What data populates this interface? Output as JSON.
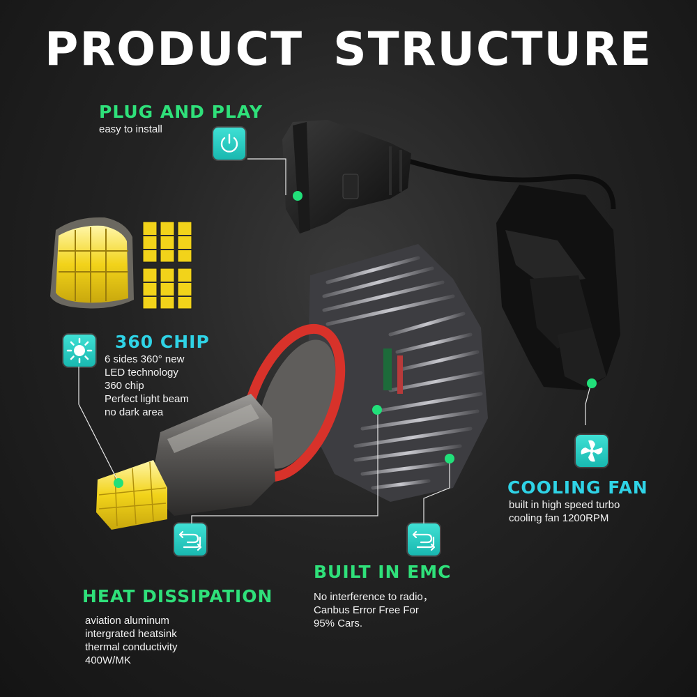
{
  "title": "PRODUCT STRUCTURE",
  "colors": {
    "green": "#2fe07a",
    "cyan": "#2fd3e6",
    "badge": "#24c7bf",
    "chip_yellow": "#f2d31a",
    "ring_red": "#d8322a"
  },
  "features": {
    "plug_and_play": {
      "title": "PLUG AND PLAY",
      "lines": [
        "easy to install"
      ],
      "icon": "power-icon"
    },
    "chip_360": {
      "title": "360 CHIP",
      "lines": [
        "6 sides  360° new",
        "LED technology",
        "360  chip",
        "Perfect light beam",
        "no dark area"
      ],
      "icon": "sun-icon"
    },
    "cooling_fan": {
      "title": "COOLING FAN",
      "lines": [
        "built in high speed turbo",
        "cooling fan 1200RPM"
      ],
      "icon": "fan-icon"
    },
    "built_in_emc": {
      "title": "BUILT IN EMC",
      "lines": [
        "No interference to radio，",
        "Canbus Error Free For",
        "95% Cars."
      ],
      "icon": "current-icon"
    },
    "heat_dissipation": {
      "title": "HEAT DISSIPATION",
      "lines": [
        "aviation aluminum",
        "intergrated heatsink",
        "thermal conductivity",
        "400W/MK"
      ],
      "icon": "heat-flow-icon"
    }
  }
}
